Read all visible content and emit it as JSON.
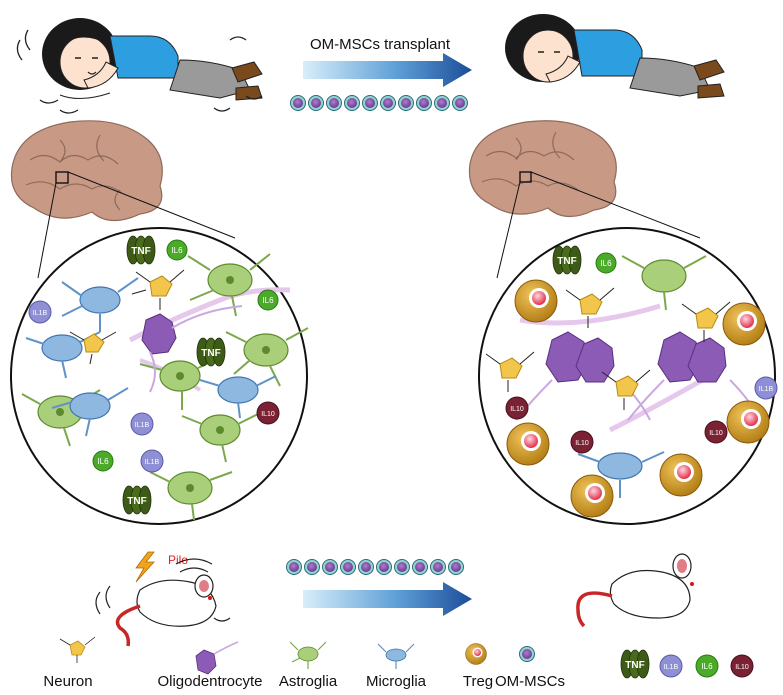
{
  "top_arrow_label": "OM-MSCs transplant",
  "pilo_label": "Pilo",
  "cytokines": {
    "tnf": "TNF",
    "il1b": "IL1B",
    "il6": "IL6",
    "il10": "IL10"
  },
  "legend": {
    "neuron": "Neuron",
    "oligodendrocyte": "Oligodentrocyte",
    "astroglia": "Astroglia",
    "microglia": "Microglia",
    "treg": "Treg",
    "om_mscs": "OM-MSCs",
    "tnf": "TNF",
    "il1b": "IL1B",
    "il6": "IL6",
    "il10": "IL10"
  },
  "colors": {
    "arrow_start": "#cfe8f8",
    "arrow_end": "#1f4f9a",
    "brain": "#c89a86",
    "astroglia": "#a9cf7a",
    "microglia": "#8fb8e0",
    "neuron": "#f2c64b",
    "oligodendrocyte": "#8c5bb5",
    "treg": "#c78a1f",
    "tnf": "#3d5a17",
    "il1b": "#8f8fd6",
    "il6": "#4caa2a",
    "il10": "#7a2133",
    "mouse_tail": "#c62828"
  }
}
